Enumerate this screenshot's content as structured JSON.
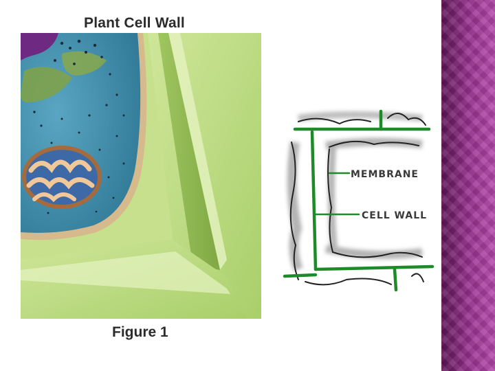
{
  "figure": {
    "title": "Plant Cell Wall",
    "caption": "Figure 1"
  },
  "diagram": {
    "labels": {
      "membrane": "MEMBRANE",
      "cell_wall": "CELL WALL"
    }
  },
  "colors": {
    "wall_green": "#b8d97a",
    "membrane_green": "#1f8a2a",
    "cytoplasm_blue": "#3f8fae",
    "accent_purple": "#9c3393"
  }
}
